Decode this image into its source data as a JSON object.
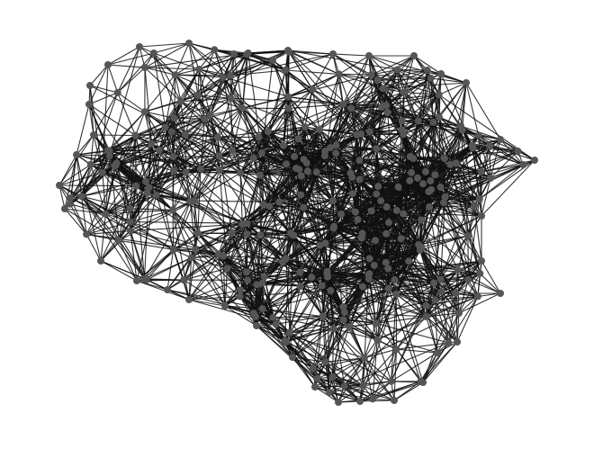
{
  "diagram": {
    "type": "network-graph",
    "node_count": 300,
    "node_color": "#555555",
    "edge_color": "#111111",
    "background": "#ffffff",
    "layout": "random-geometric",
    "labels": "none"
  }
}
